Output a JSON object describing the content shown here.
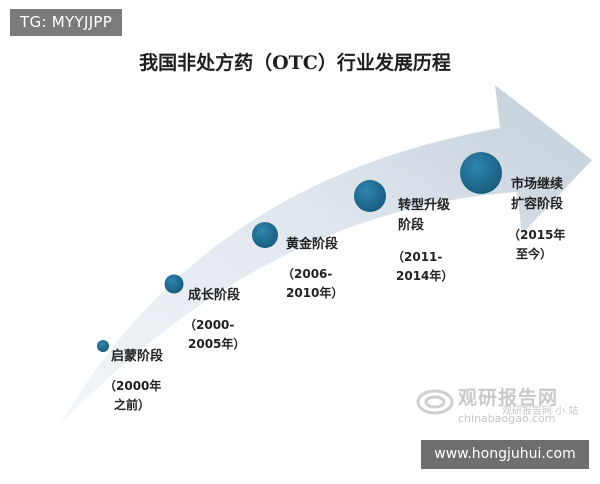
{
  "tag": "TG: MYYJJPP",
  "title": "我国非处方药（OTC）行业发展历程",
  "stages": [
    {
      "name": "启蒙阶段",
      "period_line1": "（2000年",
      "period_line2": "之前）"
    },
    {
      "name": "成长阶段",
      "period_line1": "（2000-",
      "period_line2": "2005年）"
    },
    {
      "name": "黄金阶段",
      "period_line1": "（2006-",
      "period_line2": "2010年）"
    },
    {
      "name_line1": "转型升级",
      "name_line2": "阶段",
      "period_line1": "（2011-",
      "period_line2": "2014年）"
    },
    {
      "name_line1": "市场继续",
      "name_line2": "扩容阶段",
      "period_line1": "（2015年",
      "period_line2": "至今）"
    }
  ],
  "watermark": {
    "brand": "观研报告网",
    "sub": "观研报告网 小 站",
    "url": "chinabaogao.com"
  },
  "footer_url": "www.hongjuhui.com",
  "colors": {
    "dot": "#1e6a8e",
    "arrow_light": "#e9eef3",
    "arrow_dark": "#c3cfd9"
  }
}
